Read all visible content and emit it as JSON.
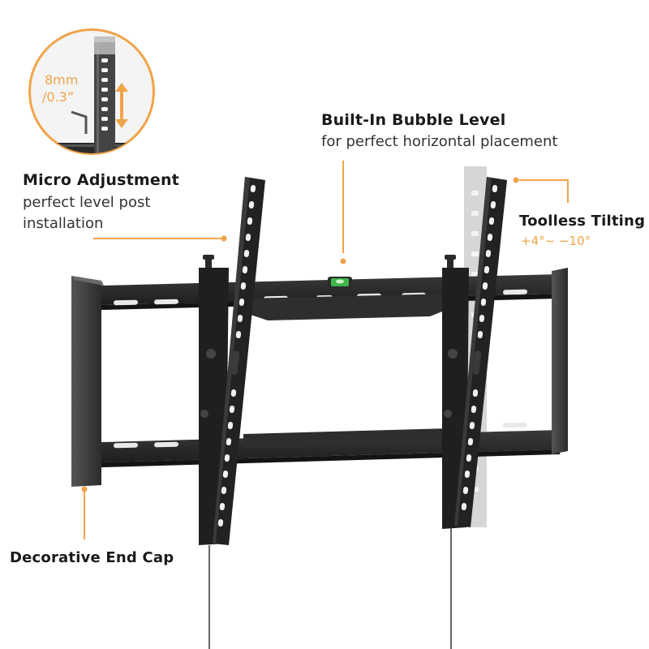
{
  "inset": {
    "size_text_line1": "8mm",
    "size_text_line2": "/0.3”"
  },
  "callouts": {
    "micro_adjustment": {
      "title": "Micro Adjustment",
      "line1": "perfect level post",
      "line2": "installation"
    },
    "bubble_level": {
      "title": "Built-In Bubble Level",
      "line1": "for perfect horizontal placement"
    },
    "toolless_tilting": {
      "title": "Toolless Tilting",
      "range": "+4°~ −10°"
    },
    "end_cap": {
      "title": "Decorative End Cap"
    }
  },
  "colors": {
    "accent": "#f0a44a",
    "mount": "#2a2a2a",
    "ghost": "#cfcfcf",
    "level": "#3fb54a"
  },
  "icons": [
    "height-arrow-icon",
    "allen-key-icon",
    "bubble-level-icon"
  ]
}
